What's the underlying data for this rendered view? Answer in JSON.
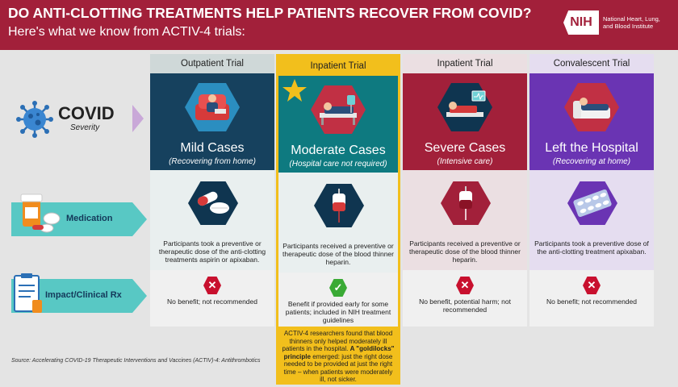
{
  "header": {
    "title": "DO ANTI-CLOTTING TREATMENTS HELP PATIENTS RECOVER FROM COVID?",
    "subtitle": "Here's what we know from ACTIV-4 trials:",
    "logo_mark": "NIH",
    "logo_text": "National Heart, Lung, and Blood Institute"
  },
  "rows": {
    "covid_label": "COVID",
    "covid_sub": "Severity",
    "medication_label": "Medication",
    "impact_label": "Impact/Clinical Rx"
  },
  "columns": [
    {
      "trial": "Outpatient Trial",
      "cases": "Mild Cases",
      "sub": "(Recovering from home)",
      "medication": "Participants took a preventive or therapeutic dose of the anti-clotting treatments aspirin or apixaban.",
      "impact": "No benefit; not recommended",
      "result_icon": "x-icon"
    },
    {
      "trial": "Inpatient Trial",
      "cases": "Moderate Cases",
      "sub": "(Hospital care not required)",
      "medication": "Participants received a preventive or therapeutic dose of the blood thinner heparin.",
      "impact": "Benefit if provided early for some patients; included in NIH treatment guidelines",
      "result_icon": "check-icon"
    },
    {
      "trial": "Inpatient Trial",
      "cases": "Severe Cases",
      "sub": "(Intensive care)",
      "medication": "Participants received a preventive or therapeutic dose of the blood thinner heparin.",
      "impact": "No benefit, potential harm; not recommended",
      "result_icon": "x-icon"
    },
    {
      "trial": "Convalescent Trial",
      "cases": "Left the Hospital",
      "sub": "(Recovering at home)",
      "medication": "Participants took a preventive dose of the anti-clotting treatment apixaban.",
      "impact": "No benefit; not recommended",
      "result_icon": "x-icon"
    }
  ],
  "note": {
    "part1": "ACTIV-4 researchers found that blood thinners only helped moderately ill patients in the hospital. ",
    "bold": "A \"goldilocks\" principle",
    "part2": " emerged: just the right dose needed to be provided at just the right time – when patients were moderately ill, not sicker."
  },
  "source": "Source: Accelerating COVID-19 Therapeutic Interventions and Vaccines (ACTIV)-4: Antithrombotics",
  "colors": {
    "header": "#a2203a",
    "highlight": "#f2bf1c",
    "teal": "#58c8c4",
    "navy": "#16415e",
    "purple": "#6a34b3",
    "check": "#3aaa35",
    "x": "#c8102e"
  }
}
